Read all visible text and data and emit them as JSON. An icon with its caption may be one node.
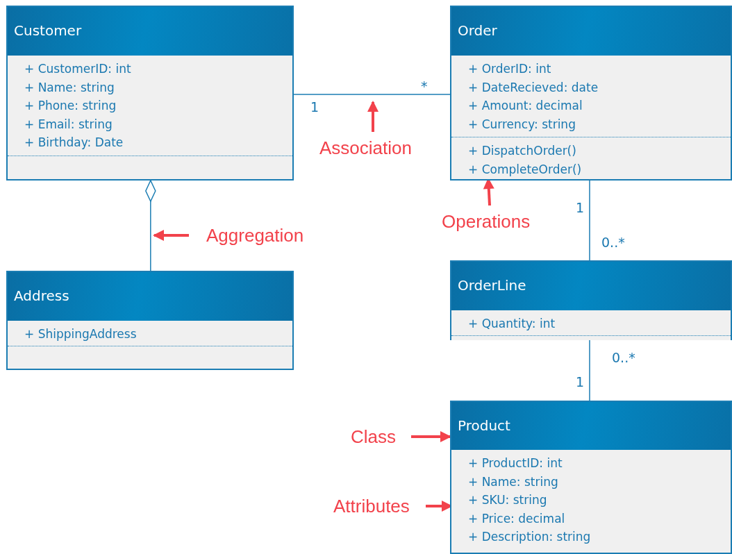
{
  "diagram": {
    "nodes": [
      {
        "text": [
          "Customer"
        ]
      },
      {
        "text": [
          "+ CustomerID: int",
          "+ Name: string",
          "+ Phone: string",
          "+ Email: string",
          "+ Birthday: Date"
        ],
        "in": 0
      },
      {
        "text": [],
        "shape": "box",
        "in": 0
      },
      {
        "text": [
          "Order"
        ]
      },
      {
        "text": [
          "+ OrderID: int",
          "+ DateRecieved: date",
          "+ Amount: decimal",
          "+ Currency: string"
        ],
        "in": 3
      },
      {
        "text": [
          "+ DispatchOrder()",
          "+ CompleteOrder()"
        ],
        "in": 3
      },
      {
        "text": [
          "Address"
        ]
      },
      {
        "text": [
          "+ ShippingAddress"
        ],
        "in": 6
      },
      {
        "text": [],
        "shape": "box",
        "in": 6
      },
      {
        "text": [
          "OrderLine"
        ]
      },
      {
        "text": [
          "+ Quantity: int"
        ],
        "in": 9
      },
      {
        "text": [],
        "shape": "box",
        "in": 9
      },
      {
        "text": [
          "Product"
        ]
      },
      {
        "text": [
          "+ ProductID: int",
          "+ Name: string",
          "+ SKU: string",
          "+ Price: decimal",
          "+ Description: string"
        ],
        "in": 12
      },
      {
        "text": [
          "Association"
        ]
      },
      {
        "text": [
          "Aggregation"
        ]
      },
      {
        "text": [
          "Operations"
        ]
      },
      {
        "text": [
          "Class"
        ]
      },
      {
        "text": [
          "Attributes"
        ]
      }
    ],
    "edges": [
      {
        "from": 0,
        "to": 3,
        "arrow": "none",
        "color": "#1b7db3"
      },
      {
        "from": 6,
        "to": 0,
        "arrow": "other",
        "color": "#1b7db3"
      },
      {
        "from": 3,
        "to": 9,
        "arrow": "none",
        "color": "#1b7db3"
      },
      {
        "from": 9,
        "to": 12,
        "arrow": "none",
        "color": "#1b7db3"
      },
      {
        "from": 14,
        "to": null,
        "arrow": "to"
      },
      {
        "from": 15,
        "to": null,
        "arrow": "to"
      },
      {
        "from": 16,
        "to": 5,
        "arrow": "to"
      },
      {
        "from": 17,
        "to": 12,
        "arrow": "to"
      },
      {
        "from": 18,
        "to": 13,
        "arrow": "to"
      }
    ],
    "labels": [
      "*",
      "1",
      "1",
      "0..*",
      "0..*",
      "1"
    ]
  }
}
